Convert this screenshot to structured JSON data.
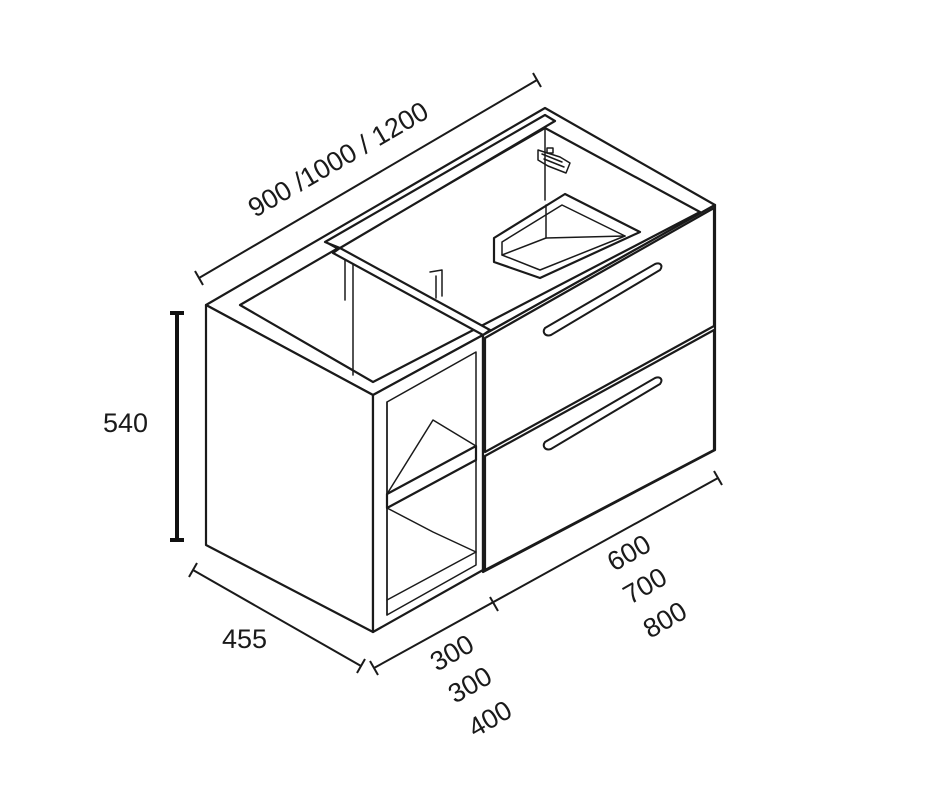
{
  "dimensions": {
    "width_label": "900  /1000 / 1200",
    "height_label": "540",
    "depth_label": "455",
    "open_module_labels": [
      "300",
      "300",
      "400"
    ],
    "drawer_module_labels": [
      "600",
      "700",
      "800"
    ]
  }
}
